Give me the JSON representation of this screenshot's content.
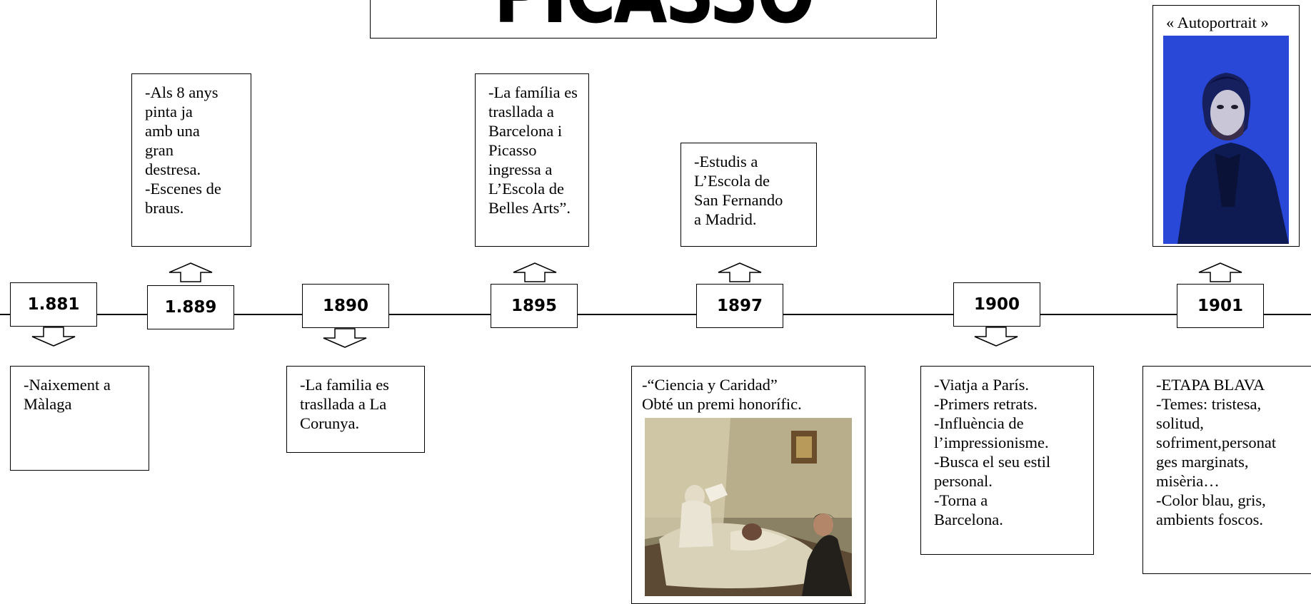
{
  "title": "PICASSO",
  "events": [
    {
      "year": "1.881",
      "note_lines": [
        "-Naixement a",
        "Màlaga"
      ]
    },
    {
      "year": "1.889",
      "note_lines": [
        "-Als 8 anys",
        "pinta ja",
        "amb una",
        "gran",
        "destresa.",
        "-Escenes de",
        "braus."
      ]
    },
    {
      "year": "1890",
      "note_lines": [
        "-La familia es",
        "traslladа a La",
        "Corunya."
      ]
    },
    {
      "year": "1895",
      "note_lines": [
        "-La família es",
        "traslladа a",
        "Barcelona i",
        "Picasso",
        "ingressa a",
        "L’Escola de",
        "Belles Arts”."
      ]
    },
    {
      "year": "1897",
      "note_lines": [
        "-Estudis a",
        "L’Escola de",
        "San Fernando",
        "a Madrid."
      ],
      "detail_lines": [
        "-“Ciencia y Caridad”",
        "Obté un premi honorífic."
      ]
    },
    {
      "year": "1900",
      "note_lines": [
        "-Viatja a París.",
        "-Primers retrats.",
        "-Influència de",
        "l’impressionisme.",
        "-Busca el seu estil",
        "personal.",
        "-Torna a",
        "Barcelona."
      ]
    },
    {
      "year": "1901",
      "note_lines": [
        "-ETAPA BLAVA",
        "-Temes: tristesa,",
        "solitud,",
        "sofriment,personat",
        "ges marginats,",
        "misèria…",
        "-Color blau, gris,",
        "ambients foscos."
      ],
      "portrait_caption": "« Autoportrait »"
    }
  ],
  "colors": {
    "line": "#000000",
    "portrait_blue": "#1f3fd0",
    "painting_wall": "#b9ae8c",
    "painting_bed": "#d9d2b8"
  },
  "icons": [
    "arrow-up-icon",
    "arrow-down-icon"
  ]
}
